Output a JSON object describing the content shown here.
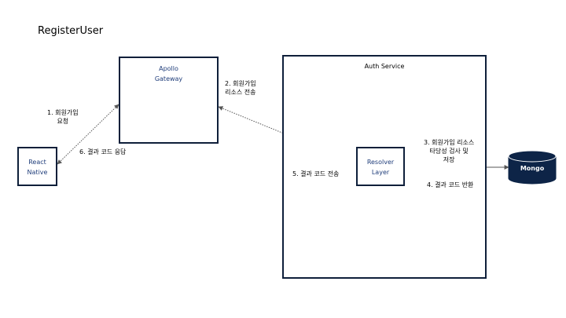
{
  "diagram_title": "RegisterUser",
  "nodes": {
    "gateway": {
      "line1": "Apollo",
      "line2": "Gateway"
    },
    "react": {
      "line1": "React",
      "line2": "Native"
    },
    "auth": {
      "label": "Auth Service"
    },
    "resolver": {
      "line1": "Resolver",
      "line2": "Layer"
    },
    "mongo": {
      "label": "Mongo"
    }
  },
  "steps": {
    "s1": {
      "line1": "1. 회원가입",
      "line2": "요청"
    },
    "s2": {
      "line1": "2. 회원가입",
      "line2": "리소스 전송"
    },
    "s3": {
      "line1": "3. 회원가입 리소스",
      "line2": "타당성 검사 및",
      "line3": "저장"
    },
    "s4": {
      "text": "4. 결과 코드 반환"
    },
    "s5": {
      "text": "5. 결과 코드 전송"
    },
    "s6": {
      "text": "6. 결과 코드 응답"
    }
  },
  "colors": {
    "border": "#0e1f3a",
    "label": "#1f3d7a",
    "mongo": "#0d2447",
    "edge": "#555555"
  }
}
